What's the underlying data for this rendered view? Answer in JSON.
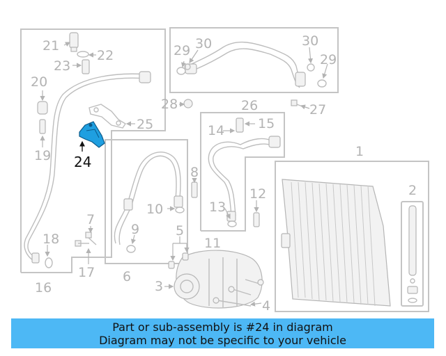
{
  "callouts": {
    "c1": "1",
    "c2": "2",
    "c3": "3",
    "c4": "4",
    "c5": "5",
    "c6": "6",
    "c7": "7",
    "c8": "8",
    "c9": "9",
    "c10": "10",
    "c11": "11",
    "c12": "12",
    "c13": "13",
    "c14": "14",
    "c15": "15",
    "c16": "16",
    "c17": "17",
    "c18": "18",
    "c19": "19",
    "c20": "20",
    "c21": "21",
    "c22": "22",
    "c23": "23",
    "c24": "24",
    "c25": "25",
    "c26": "26",
    "c27": "27",
    "c28": "28",
    "c29a": "29",
    "c29b": "29",
    "c30a": "30",
    "c30b": "30"
  },
  "highlight_part": "24",
  "colors": {
    "highlight": "#1f9fe0",
    "banner": "#4db8f5",
    "linework": "#bdbdbd"
  },
  "banner": {
    "line1": "Part or sub-assembly is #24 in diagram",
    "line2": "Diagram may not be specific to your vehicle"
  }
}
